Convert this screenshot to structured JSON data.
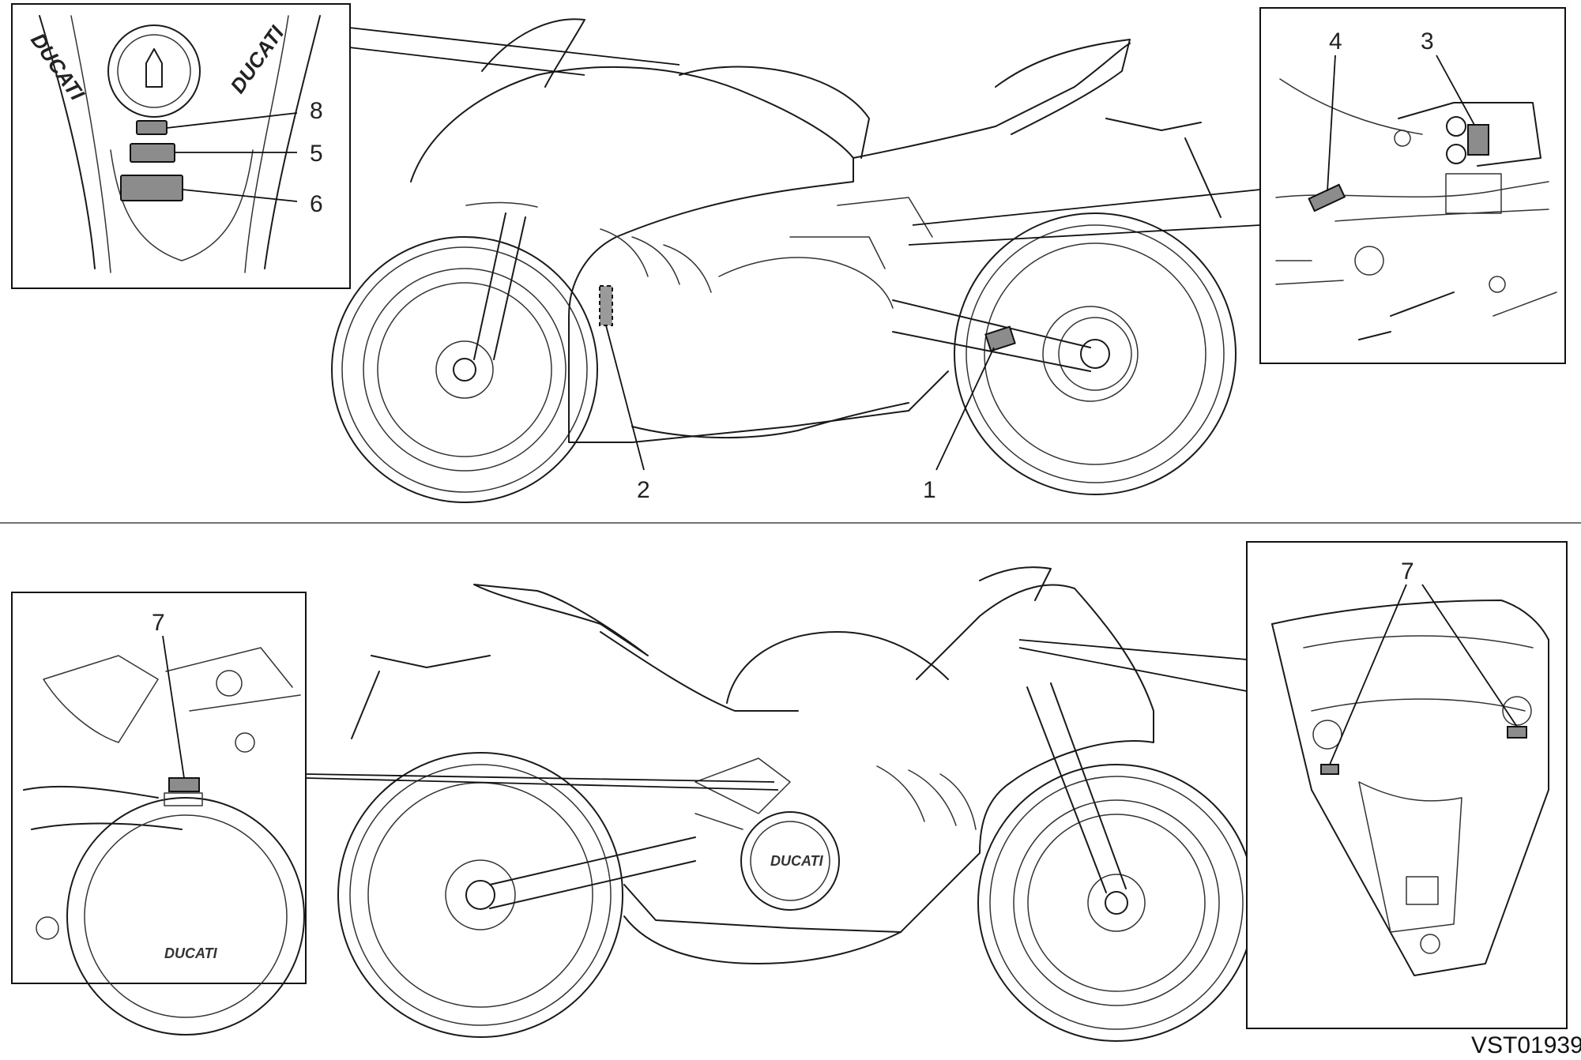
{
  "brand_marks": [
    "DUCATI",
    "DUCATI",
    "DUCATI",
    "DUCATI"
  ],
  "callouts": {
    "c1": "1",
    "c2": "2",
    "c3": "3",
    "c4": "4",
    "c5": "5",
    "c6": "6",
    "c7a": "7",
    "c7b": "7",
    "c8": "8"
  },
  "drawing_code": "VST01939",
  "colors": {
    "line": "#1a1a1a",
    "sticker": "#8c8c8c",
    "background": "#ffffff"
  }
}
